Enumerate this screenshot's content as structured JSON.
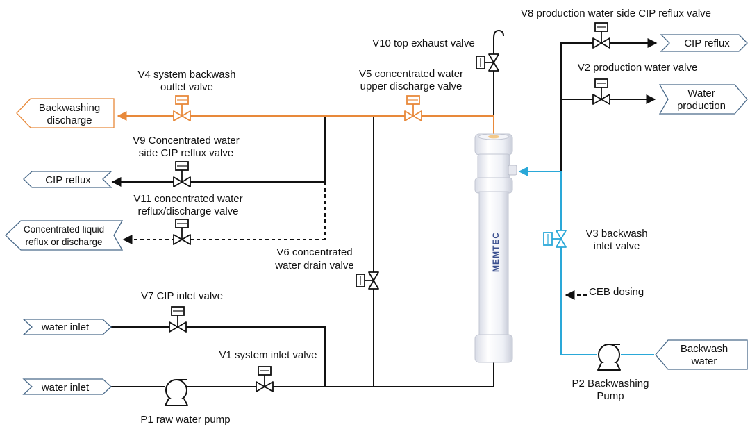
{
  "colors": {
    "main_line": "#111111",
    "concentrate_line": "#e8893a",
    "backwash_line": "#2aa8d8",
    "tag_border": "#4a6a8a",
    "tag_orange_border": "#e8893a",
    "membrane_body": "#eef0f6"
  },
  "valves": {
    "v1": "V1 system inlet valve",
    "v2": "V2 production water valve",
    "v3": [
      "V3 backwash",
      "inlet valve"
    ],
    "v4": [
      "V4 system backwash",
      "outlet valve"
    ],
    "v5": [
      "V5 concentrated water",
      "upper discharge valve"
    ],
    "v6": [
      "V6 concentrated",
      "water drain valve"
    ],
    "v7": "V7 CIP inlet valve",
    "v8": "V8 production water side CIP reflux valve",
    "v9": [
      "V9 Concentrated water",
      "side CIP reflux valve"
    ],
    "v10": "V10 top exhaust valve",
    "v11": [
      "V11 concentrated water",
      "reflux/discharge valve"
    ]
  },
  "tags": {
    "backwashing_discharge": [
      "Backwashing",
      "discharge"
    ],
    "cip_reflux_left": "CIP reflux",
    "concentrated_liquid": [
      "Concentrated liquid",
      "reflux or discharge"
    ],
    "water_inlet_1": "water inlet",
    "water_inlet_2": "water inlet",
    "cip_reflux_right": "CIP reflux",
    "water_production": [
      "Water",
      "production"
    ],
    "backwash_water": [
      "Backwash",
      "water"
    ]
  },
  "pumps": {
    "p1": "P1 raw water pump",
    "p2": [
      "P2 Backwashing",
      "Pump"
    ]
  },
  "labels": {
    "ceb_dosing": "CEB dosing",
    "membrane_brand": "MEMTEC"
  },
  "icons": {
    "valve": "gate-valve-icon",
    "actuator": "valve-actuator-icon",
    "pump": "centrifugal-pump-icon",
    "exhaust": "gooseneck-vent-icon"
  }
}
